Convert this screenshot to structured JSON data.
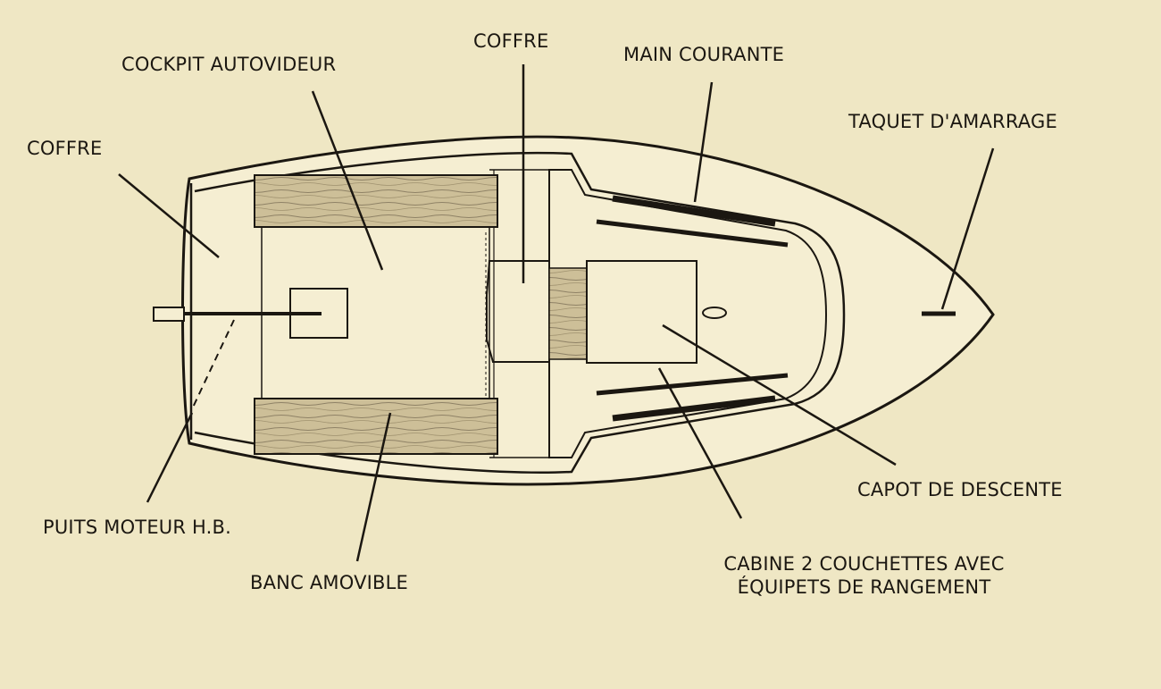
{
  "labels": {
    "coffre_stern": "COFFRE",
    "cockpit": "COCKPIT AUTOVIDEUR",
    "coffre_center": "COFFRE",
    "main_courante": "MAIN COURANTE",
    "taquet": "TAQUET D'AMARRAGE",
    "puits_moteur": "PUITS MOTEUR H.B.",
    "banc": "BANC AMOVIBLE",
    "capot": "CAPOT DE DESCENTE",
    "cabine_line1": "CABINE 2 COUCHETTES AVEC",
    "cabine_line2": "ÉQUIPETS DE RANGEMENT"
  },
  "colors": {
    "paper": "#efe7c4",
    "ink": "#1b1711",
    "wood": "#cdbf98"
  }
}
